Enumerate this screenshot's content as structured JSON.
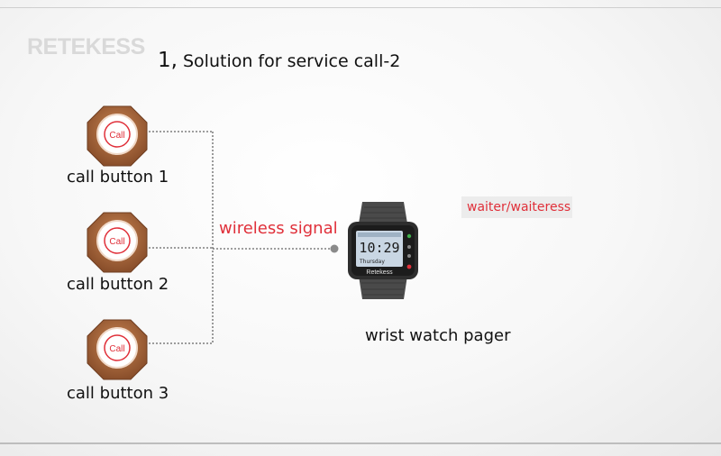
{
  "logo": {
    "text": "RETEKESS"
  },
  "title": {
    "number": "1,",
    "text": " Solution for service call-2"
  },
  "buttons": [
    {
      "label": "call button 1",
      "cap_text": "Call"
    },
    {
      "label": "call button 2",
      "cap_text": "Call"
    },
    {
      "label": "call button 3",
      "cap_text": "Call"
    }
  ],
  "signal_label": "wireless signal",
  "waiter_label": "waiter/waiteress",
  "pager": {
    "label": "wrist watch pager",
    "time": "10:29",
    "day": "Thursday",
    "brand": "Retekess"
  },
  "colors": {
    "button_shell": "#a8643a",
    "accent_red": "#e0303a",
    "line": "#666666"
  }
}
